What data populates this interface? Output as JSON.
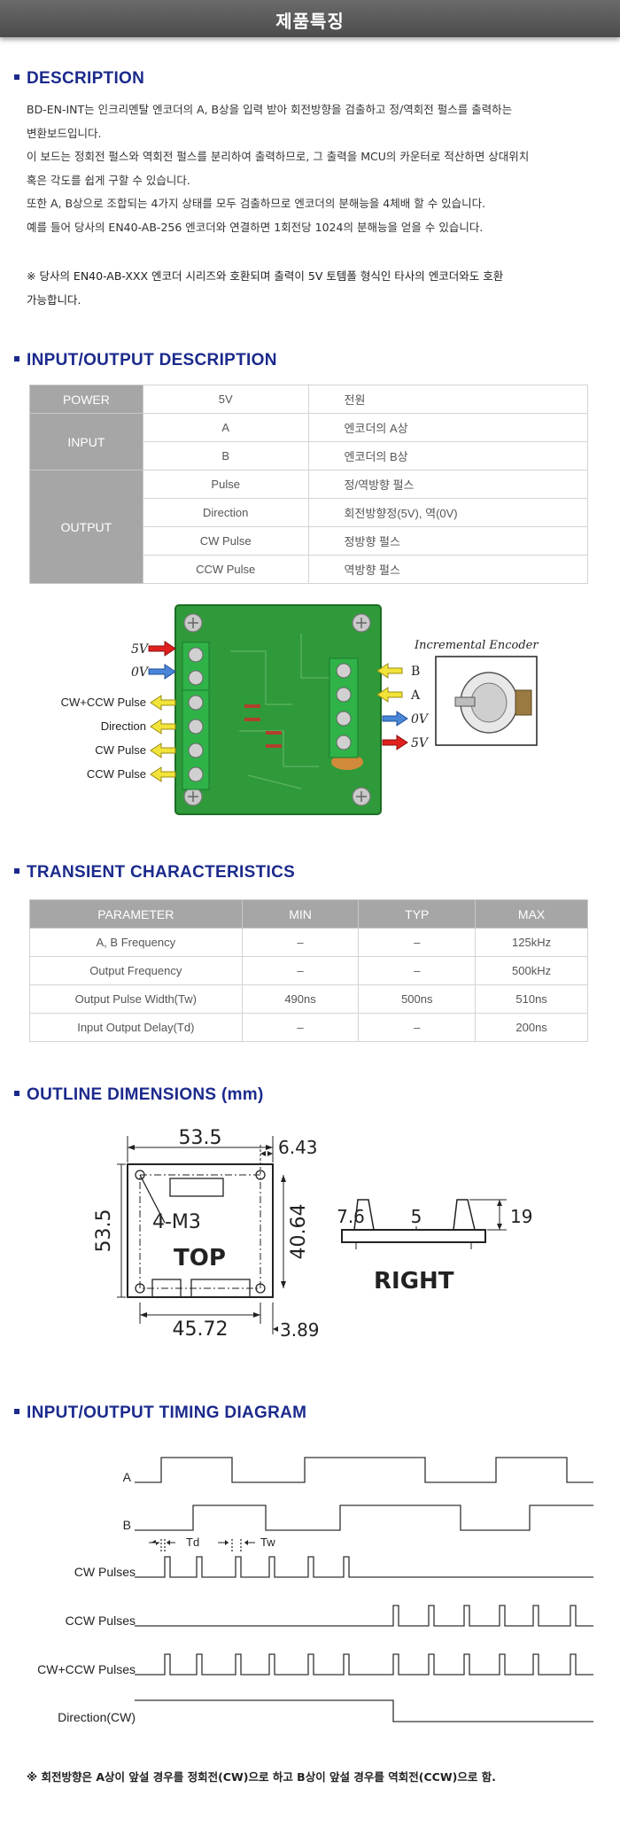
{
  "header": {
    "title": "제품특징"
  },
  "description": {
    "heading": "DESCRIPTION",
    "lines": [
      "BD-EN-INT는 인크리멘탈 엔코더의 A, B상을 입력 받아 회전방향을 검출하고 정/역회전 펄스를 출력하는",
      "변환보드입니다.",
      "이 보드는 정회전 펄스와 역회전 펄스를 분리하여 출력하므로, 그 출력을 MCU의 카운터로 적산하면 상대위치",
      "혹은 각도를 쉽게 구할 수 있습니다.",
      "또한 A, B상으로 조합되는 4가지 상태를 모두 검출하므로 엔코더의 분해능을 4체배 할 수 있습니다.",
      "예를 들어 당사의 EN40-AB-256 엔코더와 연결하면 1회전당 1024의 분해능을 얻을 수 있습니다."
    ],
    "note_lines": [
      "※ 당사의 EN40-AB-XXX 엔코더 시리즈와 호환되며 출력이 5V 토템폴 형식인 타사의 엔코더와도 호환",
      "가능합니다."
    ]
  },
  "io": {
    "heading": "INPUT/OUTPUT DESCRIPTION",
    "power": {
      "label": "POWER",
      "value": "5V",
      "desc": "전원"
    },
    "input": {
      "label": "INPUT",
      "rows": [
        {
          "signal": "A",
          "desc": "엔코더의 A상"
        },
        {
          "signal": "B",
          "desc": "엔코더의 B상"
        }
      ]
    },
    "output": {
      "label": "OUTPUT",
      "rows": [
        {
          "signal": "Pulse",
          "desc": "정/역방향 펄스"
        },
        {
          "signal": "Direction",
          "desc": "회전방향정(5V), 역(0V)"
        },
        {
          "signal": "CW Pulse",
          "desc": "정방향 펄스"
        },
        {
          "signal": "CCW Pulse",
          "desc": "역방향 펄스"
        }
      ]
    }
  },
  "board": {
    "left_inputs": [
      "5V",
      "0V"
    ],
    "left_outputs": [
      "CW+CCW Pulse",
      "Direction",
      "CW Pulse",
      "CCW Pulse"
    ],
    "right_labels": [
      "B",
      "A",
      "0V",
      "5V"
    ],
    "encoder_title": "Incremental Encoder",
    "arrow_colors": {
      "red": "#e0201e",
      "blue": "#4a86d8",
      "yellow": "#f2e33a"
    }
  },
  "transient": {
    "heading": "TRANSIENT CHARACTERISTICS",
    "columns": [
      "PARAMETER",
      "MIN",
      "TYP",
      "MAX"
    ],
    "rows": [
      [
        "A, B Frequency",
        "–",
        "–",
        "125kHz"
      ],
      [
        "Output Frequency",
        "–",
        "–",
        "500kHz"
      ],
      [
        "Output Pulse Width(Tw)",
        "490ns",
        "500ns",
        "510ns"
      ],
      [
        "Input Output Delay(Td)",
        "–",
        "–",
        "200ns"
      ]
    ]
  },
  "outline": {
    "heading": "OUTLINE DIMENSIONS (mm)",
    "top": {
      "width": "53.5",
      "height": "53.5",
      "offset": "6.43",
      "inner_h": "40.64",
      "inner_w": "45.72",
      "edge": "3.89",
      "hole": "4-M3",
      "label": "TOP"
    },
    "right": {
      "a": "7.6",
      "b": "5",
      "c": "19",
      "label": "RIGHT"
    }
  },
  "timing": {
    "heading": "INPUT/OUTPUT TIMING DIAGRAM",
    "labels": {
      "a": "A",
      "b": "B",
      "td": "Td",
      "tw": "Tw",
      "cw": "CW Pulses",
      "ccw": "CCW Pulses",
      "both": "CW+CCW Pulses",
      "dir": "Direction(CW)"
    },
    "footnote": "※ 회전방향은 A상이 앞설 경우를 정회전(CW)으로 하고 B상이 앞설 경우를 역회전(CCW)으로 함."
  }
}
